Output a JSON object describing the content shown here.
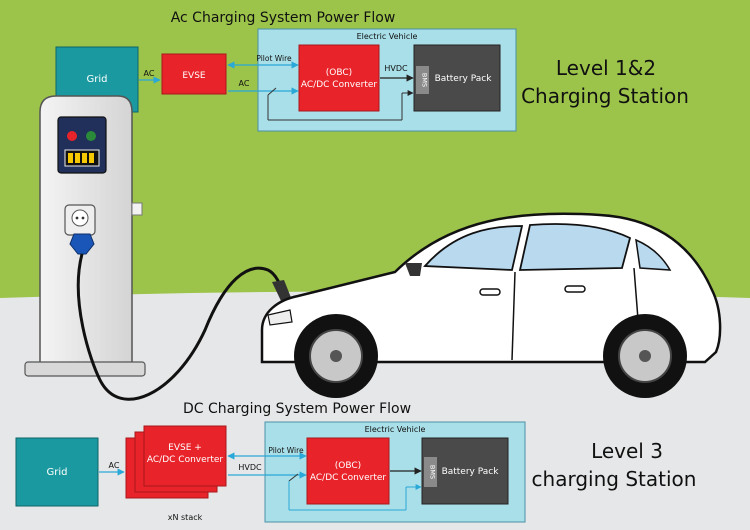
{
  "top": {
    "title": "Ac Charging System Power Flow",
    "grid": "Grid",
    "ac1": "AC",
    "evse": "EVSE",
    "pilot": "Pilot Wire",
    "ac2": "AC",
    "ev_label": "Electric Vehicle",
    "obc_1": "(OBC)",
    "obc_2": "AC/DC Converter",
    "hvdc": "HVDC",
    "bms": "BMS",
    "battery": "Battery Pack",
    "station_1": "Level 1&2",
    "station_2": "Charging Station"
  },
  "bottom": {
    "title": "DC Charging System Power Flow",
    "grid": "Grid",
    "ac": "AC",
    "evse_1": "EVSE +",
    "evse_2": "AC/DC Converter",
    "stack": "xN stack",
    "hvdc": "HVDC",
    "pilot": "Pilot Wire",
    "ev_label": "Electric Vehicle",
    "obc_1": "(OBC)",
    "obc_2": "AC/DC Converter",
    "bms": "BMS",
    "battery": "Battery Pack",
    "station_1": "Level 3",
    "station_2": "charging Station"
  },
  "colors": {
    "sky": "#9cc44a",
    "ground": "#e6e7e8",
    "grid_box": "#1a9aa0",
    "red_box": "#e8242a",
    "ev_panel": "#a9dfe8",
    "battery": "#4a4a4a",
    "bms": "#8a8a8a",
    "arrow": "#2aa8d8"
  }
}
